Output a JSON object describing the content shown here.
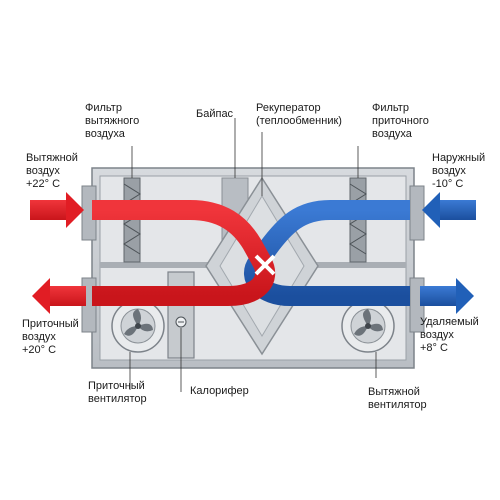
{
  "labels": {
    "exhaust_filter": [
      "Фильтр",
      "вытяжного",
      "воздуха"
    ],
    "bypass": [
      "Байпас"
    ],
    "recuperator": [
      "Рекуператор",
      "(теплообменник)"
    ],
    "supply_filter": [
      "Фильтр",
      "приточного",
      "воздуха"
    ],
    "exhaust_air_in": [
      "Вытяжной",
      "воздух",
      "+22° C"
    ],
    "outdoor_air_in": [
      "Наружный",
      "воздух",
      "-10° C"
    ],
    "supply_air_out": [
      "Приточный",
      "воздух",
      "+20° C"
    ],
    "removed_air_out": [
      "Удаляемый",
      "воздух",
      "+8° C"
    ],
    "supply_fan": [
      "Приточный",
      "вентилятор"
    ],
    "heater": [
      "Калорифер"
    ],
    "exhaust_fan": [
      "Вытяжной",
      "вентилятор"
    ]
  },
  "colors": {
    "warm_flow": "#e11d24",
    "cold_flow": "#2160b8",
    "casing": "#c9cdd2",
    "casing_dark": "#8e949b",
    "duct": "#dfe2e5"
  }
}
